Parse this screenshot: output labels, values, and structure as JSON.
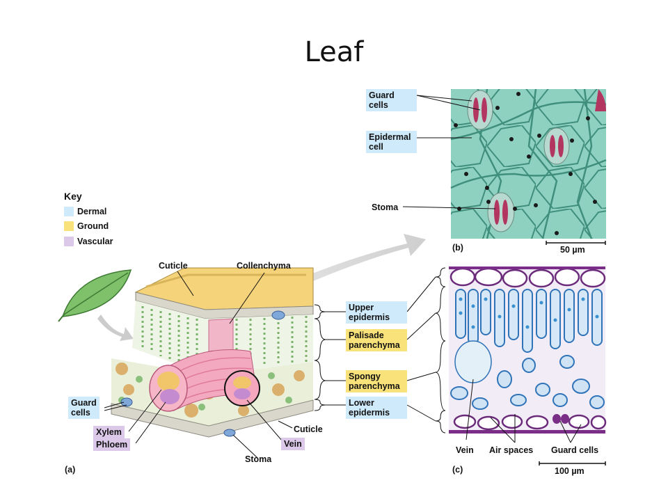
{
  "title": "Leaf",
  "key": {
    "heading": "Key",
    "items": [
      {
        "label": "Dermal",
        "color": "#cfeafb"
      },
      {
        "label": "Ground",
        "color": "#f9e27a"
      },
      {
        "label": "Vascular",
        "color": "#dcc9ea"
      }
    ]
  },
  "panel_a": {
    "letter": "(a)",
    "labels": {
      "cuticle_top": "Cuticle",
      "collenchyma": "Collenchyma",
      "guard_cells": "Guard\ncells",
      "xylem": "Xylem",
      "phloem": "Phloem",
      "cuticle_bottom": "Cuticle",
      "vein": "Vein",
      "stoma": "Stoma"
    }
  },
  "layers": {
    "upper_epidermis": "Upper\nepidermis",
    "palisade": "Palisade\nparenchyma",
    "spongy": "Spongy\nparenchyma",
    "lower_epidermis": "Lower\nepidermis"
  },
  "panel_b": {
    "letter": "(b)",
    "guard_cells": "Guard\ncells",
    "epidermal_cell": "Epidermal\ncell",
    "stoma": "Stoma",
    "scale": "50 µm"
  },
  "panel_c": {
    "letter": "(c)",
    "vein": "Vein",
    "air_spaces": "Air spaces",
    "guard_cells": "Guard cells",
    "scale": "100 µm"
  }
}
